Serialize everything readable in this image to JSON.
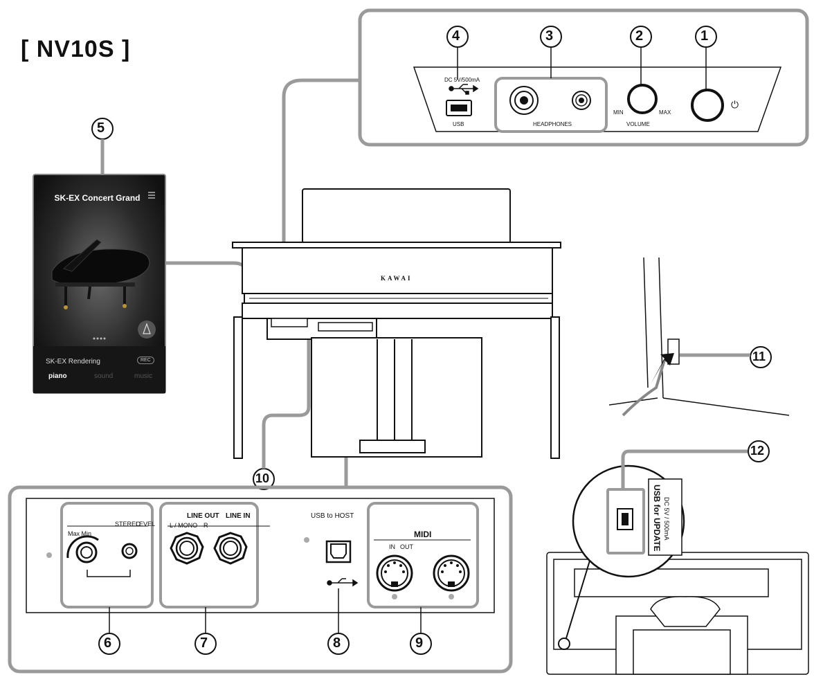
{
  "title": "[ NV10S ]",
  "callouts": [
    "1",
    "2",
    "3",
    "4",
    "5",
    "6",
    "7",
    "8",
    "9",
    "10",
    "11",
    "12"
  ],
  "top_panel": {
    "dc_label": "DC 5V/500mA",
    "usb_label": "USB",
    "headphones_label": "HEADPHONES",
    "volume_label": "VOLUME",
    "min_label": "MIN",
    "max_label": "MAX",
    "power_symbol": "⏻"
  },
  "tablet": {
    "title": "SK-EX Concert Grand",
    "rendering_label": "SK-EX Rendering",
    "rec_label": "REC",
    "nav_piano": "piano",
    "nav_sound": "sound",
    "nav_music": "music"
  },
  "piano": {
    "brand": "KAWAI"
  },
  "bottom_panel": {
    "max_min_label": "Max Min",
    "level_label": "LEVEL",
    "stereo_label": "STEREO",
    "line_out_label": "LINE OUT",
    "line_in_label": "LINE IN",
    "l_mono_label": "L / MONO",
    "r_label": "R",
    "usb_host_label": "USB to HOST",
    "midi_label": "MIDI",
    "in_label": "IN",
    "out_label": "OUT"
  },
  "rear": {
    "usb_update_label": "USB for UPDATE",
    "dc_label": "DC 5V / 500mA"
  },
  "colors": {
    "frame": "#9a9a9a",
    "ink": "#111111",
    "tablet_bg": "#1a1a1a"
  }
}
